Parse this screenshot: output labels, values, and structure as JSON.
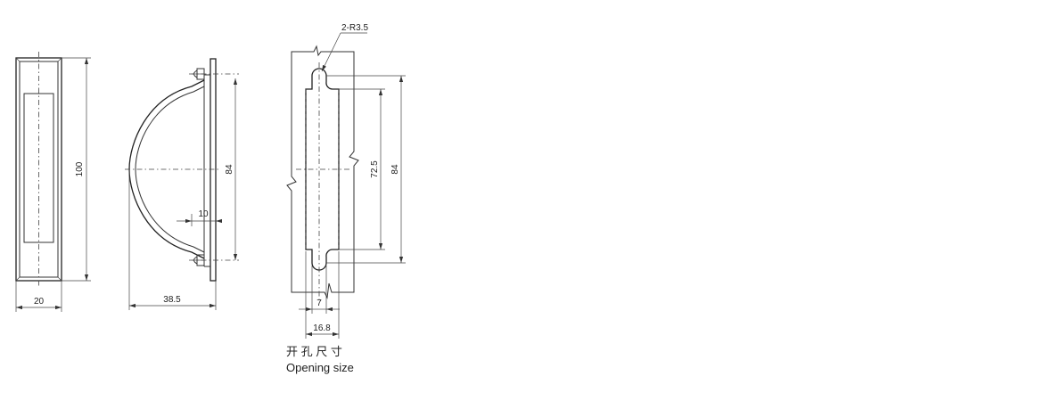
{
  "front_view": {
    "width_label": "20",
    "height_label": "100"
  },
  "side_view": {
    "depth_label": "38.5",
    "pitch_label": "84",
    "offset_label": "10"
  },
  "cutout_view": {
    "radius_label": "2-R3.5",
    "slot_label": "72.5",
    "pitch_label": "84",
    "slot_width_label": "7",
    "overall_width_label": "16.8",
    "caption_cn": "开 孔 尺 寸",
    "caption_en": "Opening size"
  },
  "colors": {
    "line": "#333333",
    "background": "#ffffff"
  }
}
